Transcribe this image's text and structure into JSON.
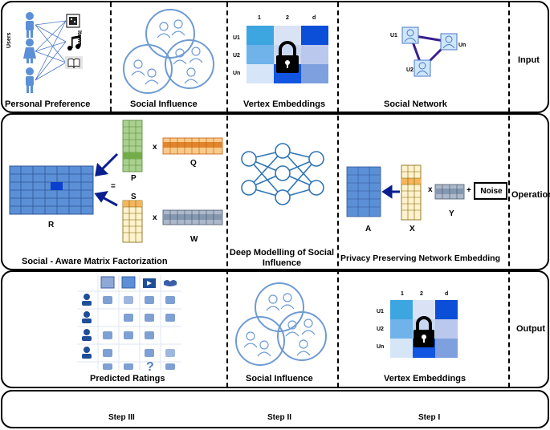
{
  "rows": {
    "input": {
      "label": "Input"
    },
    "operation": {
      "label": "Operation"
    },
    "output": {
      "label": "Output"
    }
  },
  "steps": [
    "Step III",
    "Step II",
    "Step I"
  ],
  "input_row": {
    "personal_preference": {
      "title": "Personal Preference",
      "users_label": "Users",
      "items_label": "Items"
    },
    "social_influence": {
      "title": "Social Influence"
    },
    "vertex_embeddings": {
      "title": "Vertex Embeddings",
      "cols": [
        "1",
        "2",
        "d"
      ],
      "rows": [
        "U1",
        "U2",
        "Un"
      ]
    },
    "social_network": {
      "title": "Social Network",
      "nodes": [
        "U1",
        "Un",
        "U2"
      ]
    }
  },
  "operation_row": {
    "matrix_factorization": {
      "title": "Social - Aware Matrix Factorization",
      "matrices": {
        "R": "R",
        "P": "P",
        "Q": "Q",
        "S": "S",
        "W": "W"
      },
      "equals": "=",
      "times": "x"
    },
    "deep_modelling": {
      "title": "Deep Modelling of Social Influence"
    },
    "privacy_embedding": {
      "title": "Privacy Preserving Network Embedding",
      "matrices": {
        "A": "A",
        "X": "X",
        "Y": "Y"
      },
      "times": "x",
      "plus": "+",
      "noise": "Noise"
    }
  },
  "output_row": {
    "predicted_ratings": {
      "title": "Predicted Ratings",
      "question_mark": "?"
    },
    "social_influence": {
      "title": "Social Influence"
    },
    "vertex_embeddings": {
      "title": "Vertex Embeddings",
      "cols": [
        "1",
        "2",
        "d"
      ],
      "rows": [
        "U1",
        "U2",
        "Un"
      ]
    }
  },
  "colors": {
    "grid_blue": "#5b8fd6",
    "grid_dark_blue": "#0b4fd8",
    "green": "#a9d18e",
    "orange": "#f4b55c",
    "cream": "#fff2cc",
    "slate": "#8497b0",
    "circle_stroke": "#6f9bd3",
    "network_purple": "#3a1f8f"
  }
}
